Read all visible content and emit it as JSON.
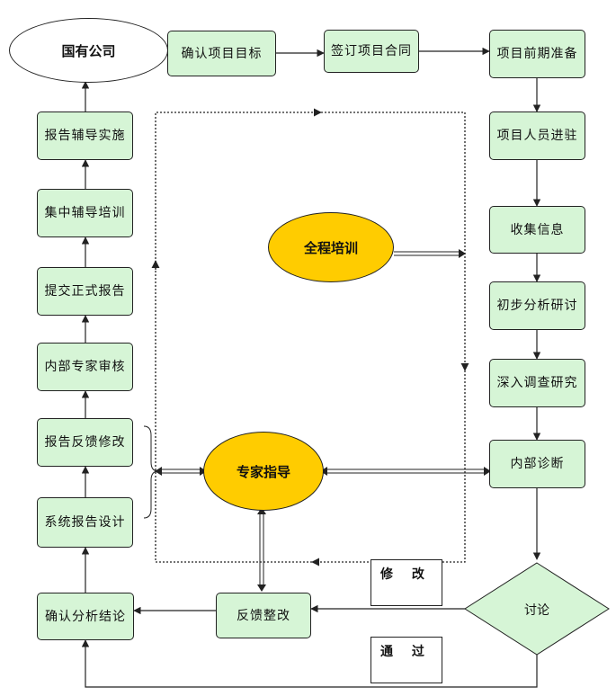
{
  "nodes": {
    "company": "国有公司",
    "confirm_goal": "确认项目目标",
    "sign_contract": "签订项目合同",
    "prep": "项目前期准备",
    "staff_enter": "项目人员进驻",
    "collect_info": "收集信息",
    "prelim_analysis": "初步分析研讨",
    "deep_research": "深入调查研究",
    "internal_diagnosis": "内部诊断",
    "discussion": "讨论",
    "feedback_fix": "反馈整改",
    "confirm_conclusion": "确认分析结论",
    "system_report": "系统报告设计",
    "report_feedback": "报告反馈修改",
    "internal_review": "内部专家审核",
    "submit_report": "提交正式报告",
    "centralized_training": "集中辅导培训",
    "report_guidance": "报告辅导实施",
    "full_training": "全程培训",
    "expert_guidance": "专家指导"
  },
  "labels": {
    "modify": "修 改",
    "pass": "通 过"
  },
  "colors": {
    "box_fill": "#d6f5d6",
    "highlight_fill": "#ffcc00",
    "stroke": "#222222"
  }
}
